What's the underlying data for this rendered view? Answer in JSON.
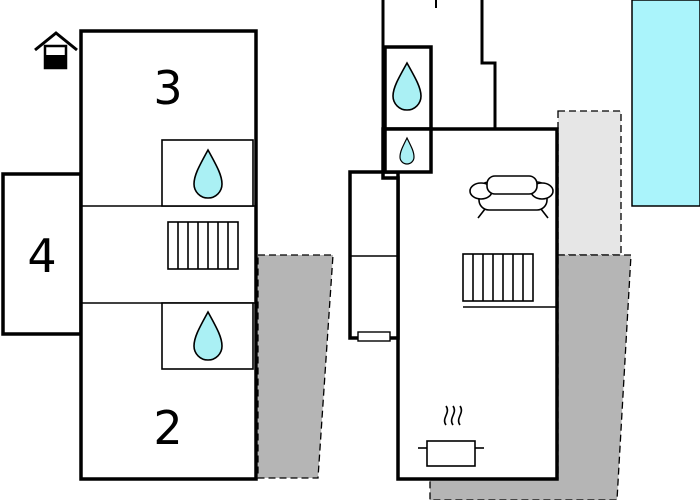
{
  "floorplan": {
    "colors": {
      "background": "#ffffff",
      "wall": "#000000",
      "water": "#aaf0f4",
      "pool": "#a0f6ff",
      "terrace_dark": "#b4b4b4",
      "terrace_light": "#e6e6e6"
    },
    "rooms": [
      {
        "label": "3"
      },
      {
        "label": "4"
      },
      {
        "label": "2"
      }
    ],
    "icons": [
      "house-icon",
      "water-drop-icon",
      "stairs-icon",
      "sofa-icon",
      "cooking-pot-icon",
      "pool"
    ]
  }
}
